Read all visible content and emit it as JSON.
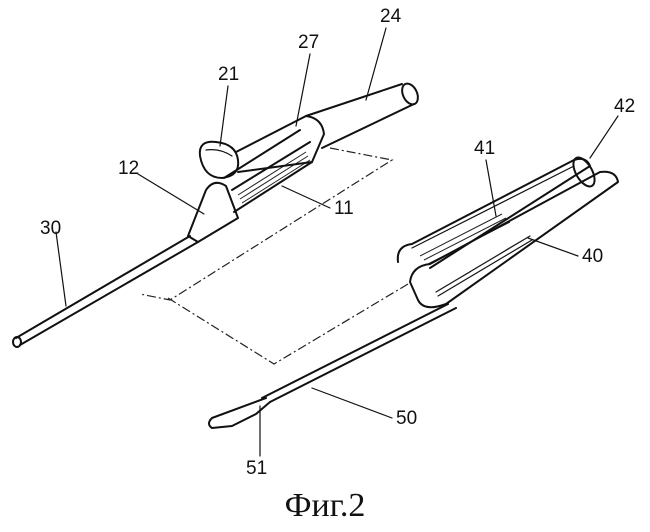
{
  "figure": {
    "caption": "Фиг.2",
    "labels": {
      "l24": "24",
      "l27": "27",
      "l21": "21",
      "l12": "12",
      "l11": "11",
      "l30": "30",
      "l41": "41",
      "l42": "42",
      "l40": "40",
      "l50": "50",
      "l51": "51"
    }
  }
}
